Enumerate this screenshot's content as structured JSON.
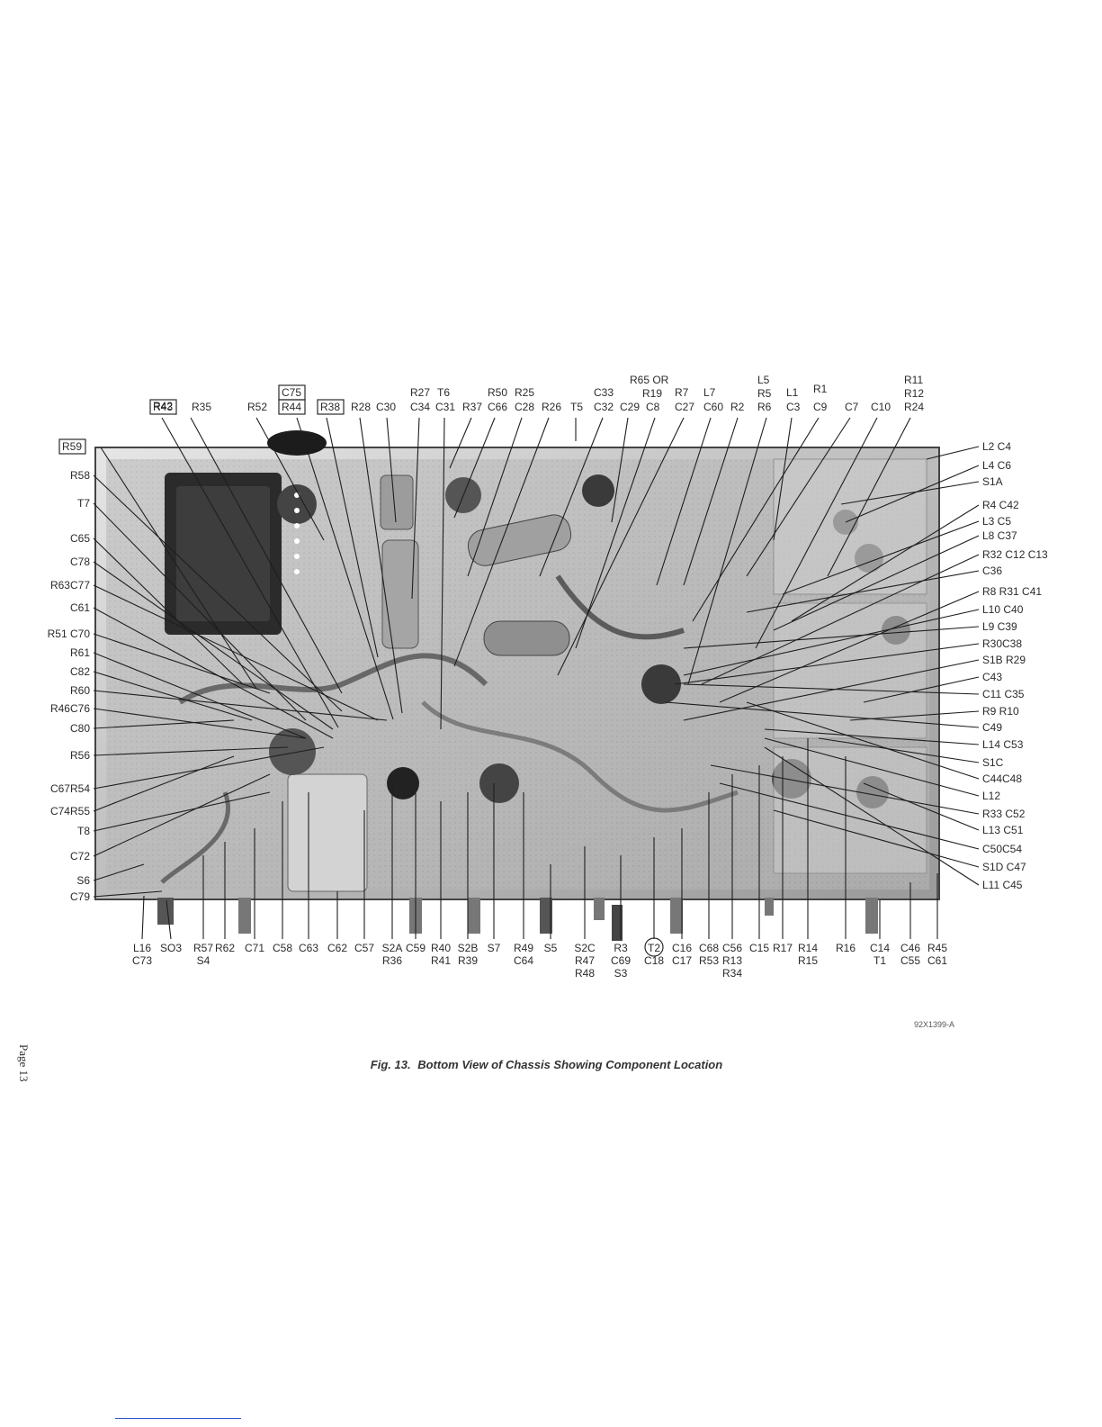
{
  "page": {
    "number": "Page 13",
    "figure_id": "92X1399-A"
  },
  "caption": {
    "figure": "Fig. 13.",
    "title": "Bottom View of Chassis Showing Component Location"
  },
  "top_labels": [
    {
      "id": "r59",
      "text": "R59",
      "boxed": true
    },
    {
      "id": "r42",
      "text": "R42"
    },
    {
      "id": "r43",
      "text": "R43",
      "boxed": true
    },
    {
      "id": "r35",
      "text": "R35"
    },
    {
      "id": "r52",
      "text": "R52"
    },
    {
      "id": "c75",
      "text": "C75",
      "boxed": true
    },
    {
      "id": "r44",
      "text": "R44",
      "boxed": true
    },
    {
      "id": "r38",
      "text": "R38",
      "boxed": true
    },
    {
      "id": "r28",
      "text": "R28"
    },
    {
      "id": "c30",
      "text": "C30"
    },
    {
      "id": "r27",
      "text": "R27"
    },
    {
      "id": "c34",
      "text": "C34"
    },
    {
      "id": "t6",
      "text": "T6"
    },
    {
      "id": "c31",
      "text": "C31"
    },
    {
      "id": "r37",
      "text": "R37"
    },
    {
      "id": "r50",
      "text": "R50"
    },
    {
      "id": "c66",
      "text": "C66"
    },
    {
      "id": "r25",
      "text": "R25"
    },
    {
      "id": "c28",
      "text": "C28"
    },
    {
      "id": "r26",
      "text": "R26"
    },
    {
      "id": "t5",
      "text": "T5"
    },
    {
      "id": "c33",
      "text": "C33"
    },
    {
      "id": "c32",
      "text": "C32"
    },
    {
      "id": "c29",
      "text": "C29"
    },
    {
      "id": "r65or",
      "text": "R65 OR"
    },
    {
      "id": "r19",
      "text": "R19"
    },
    {
      "id": "c8",
      "text": "C8"
    },
    {
      "id": "r7",
      "text": "R7"
    },
    {
      "id": "c27",
      "text": "C27"
    },
    {
      "id": "l7",
      "text": "L7"
    },
    {
      "id": "c60",
      "text": "C60"
    },
    {
      "id": "r2",
      "text": "R2"
    },
    {
      "id": "l5",
      "text": "L5"
    },
    {
      "id": "r5",
      "text": "R5"
    },
    {
      "id": "r6",
      "text": "R6"
    },
    {
      "id": "l1",
      "text": "L1"
    },
    {
      "id": "c3",
      "text": "C3"
    },
    {
      "id": "r1",
      "text": "R1"
    },
    {
      "id": "c9",
      "text": "C9"
    },
    {
      "id": "c7",
      "text": "C7"
    },
    {
      "id": "c10",
      "text": "C10"
    },
    {
      "id": "r11",
      "text": "R11"
    },
    {
      "id": "r12",
      "text": "R12"
    },
    {
      "id": "r24",
      "text": "R24"
    }
  ],
  "left_labels": [
    "R58",
    "T7",
    "C65",
    "C78",
    "R63C77",
    "C61",
    "R51 C70",
    "R61",
    "C82",
    "R60",
    "R46C76",
    "C80",
    "R56",
    "C67R54",
    "C74R55",
    "T8",
    "C72",
    "S6",
    "C79"
  ],
  "right_labels": [
    "L2 C4",
    "L4 C6",
    "S1A",
    "R4 C42",
    "L3 C5",
    "L8 C37",
    "R32 C12 C13",
    "C36",
    "R8 R31 C41",
    "L10 C40",
    "L9 C39",
    "R30C38",
    "S1B R29",
    "C43",
    "C11 C35",
    "R9 R10",
    "C49",
    "L14 C53",
    "S1C",
    "C44C48",
    "L12",
    "R33 C52",
    "L13 C51",
    "C50C54",
    "S1D C47",
    "L11 C45"
  ],
  "bottom_labels": [
    [
      "L16",
      "C73"
    ],
    [
      "SO3"
    ],
    [
      "R57",
      "S4"
    ],
    [
      "R62"
    ],
    [
      "C71"
    ],
    [
      "C58"
    ],
    [
      "C63"
    ],
    [
      "C62"
    ],
    [
      "C57"
    ],
    [
      "S2A",
      "R36"
    ],
    [
      "C59"
    ],
    [
      "R40",
      "R41"
    ],
    [
      "S2B",
      "R39"
    ],
    [
      "S7"
    ],
    [
      "R49",
      "C64"
    ],
    [
      "S5"
    ],
    [
      "S2C",
      "R47",
      "R48"
    ],
    [
      "R3",
      "C69",
      "S3"
    ],
    [
      "T2",
      "C18"
    ],
    [
      "C16",
      "C17"
    ],
    [
      "C68",
      "R53"
    ],
    [
      "C56",
      "R13",
      "R34"
    ],
    [
      "C15"
    ],
    [
      "R17"
    ],
    [
      "R14",
      "R15"
    ],
    [
      "R16"
    ],
    [
      "C14",
      "T1"
    ],
    [
      "C46",
      "C55"
    ],
    [
      "R45",
      "C61"
    ]
  ],
  "colors": {
    "ink": "#1e1e1e",
    "photo_dark": "#2c2c2c",
    "photo_light": "#d8d8d8",
    "link": "#3355cc"
  }
}
